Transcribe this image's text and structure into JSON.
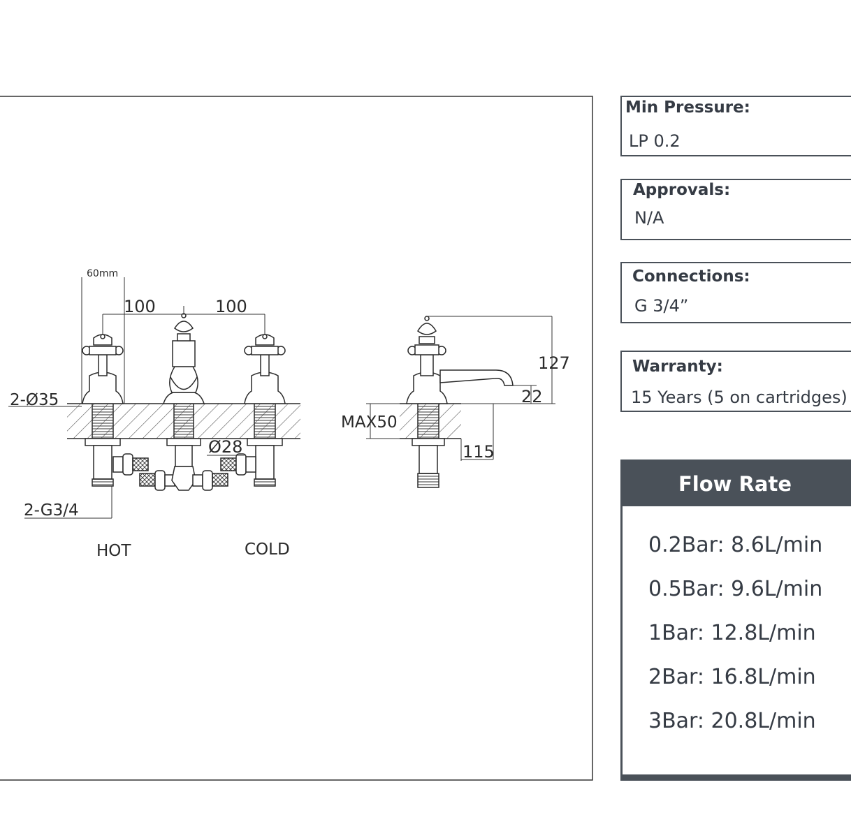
{
  "diagram": {
    "dims": {
      "d60": "60mm",
      "d100a": "100",
      "d100b": "100",
      "d35": "2-Ø35",
      "d28": "Ø28",
      "g34": "2-G3/4",
      "max50": "MAX50",
      "d115": "115",
      "d127": "127",
      "d22": "22"
    },
    "labels": {
      "hot": "HOT",
      "cold": "COLD"
    }
  },
  "specs": [
    {
      "label": "Min Pressure:",
      "value": "LP 0.2"
    },
    {
      "label": "Approvals:",
      "value": "N/A"
    },
    {
      "label": "Connections:",
      "value": "G 3/4”"
    },
    {
      "label": "Warranty:",
      "value": "15 Years (5 on cartridges)"
    }
  ],
  "flow": {
    "title": "Flow Rate",
    "rows": [
      "0.2Bar:  8.6L/min",
      "0.5Bar:  9.6L/min",
      "1Bar:  12.8L/min",
      "2Bar:  16.8L/min",
      "3Bar:  20.8L/min"
    ]
  },
  "colors": {
    "panel_dark": "#4a5159",
    "text": "#353b44",
    "line": "#2a2a2a"
  }
}
